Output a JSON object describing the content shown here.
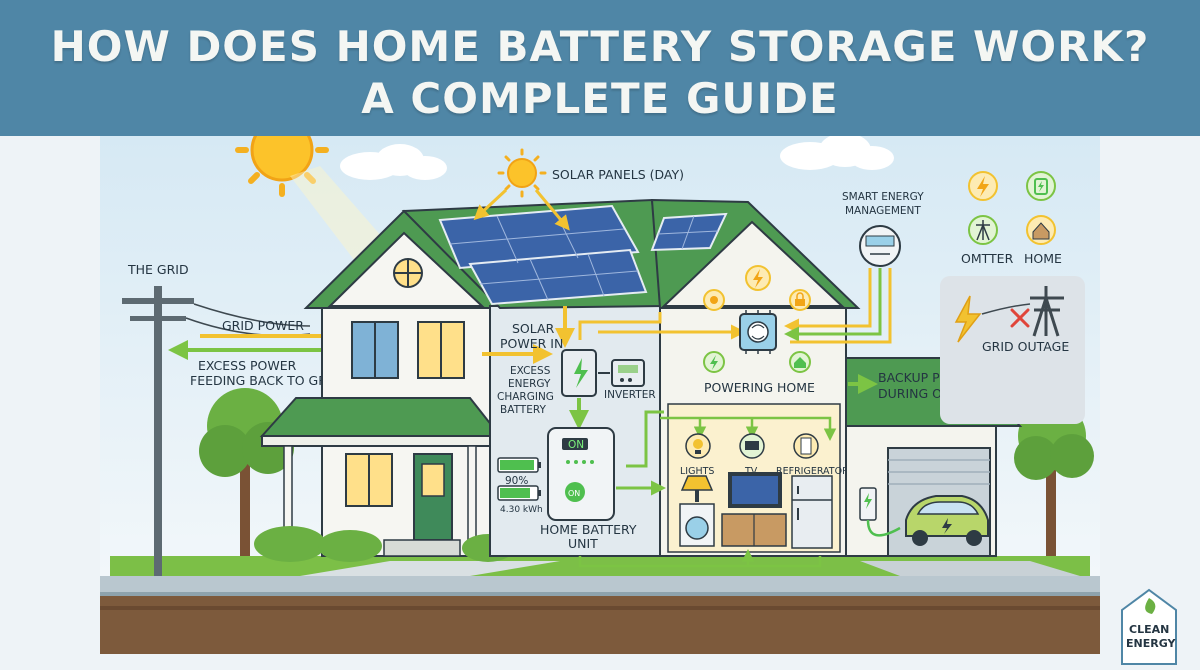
{
  "header": {
    "title_line1": "HOW DOES HOME BATTERY STORAGE WORK?",
    "title_line2": "A COMPLETE GUIDE"
  },
  "labels": {
    "solar_panels": "SOLAR PANELS (DAY)",
    "smart_mgmt_line1": "SMART ENERGY",
    "smart_mgmt_line2": "MANAGEMENT",
    "the_grid": "THE GRID",
    "grid_power": "GRID POWER",
    "excess_line1": "EXCESS POWER",
    "excess_line2": "FEEDING BACK TO GRID",
    "solar_in_line1": "SOLAR",
    "solar_in_line2": "POWER IN",
    "charging_line1": "EXCESS",
    "charging_line2": "ENERGY",
    "charging_line3": "CHARGING",
    "charging_line4": "BATTERY",
    "inverter": "INVERTER",
    "powering_home": "POWERING HOME",
    "backup_line1": "BACKUP POWER",
    "backup_line2": "DURING OUTAGE",
    "grid_outage": "GRID OUTAGE",
    "legend_omtter": "OMTTER",
    "legend_home": "HOME",
    "lights": "LIGHTS",
    "tv": "TV",
    "refrigerator": "REFRIGERATOR",
    "battery_percent": "90%",
    "battery_kwh": "4.30 kWh",
    "battery_on_top": "ON",
    "battery_on_bottom": "ON",
    "battery_unit_line1": "HOME BATTERY",
    "battery_unit_line2": "UNIT",
    "logo_line1": "CLEAN",
    "logo_line2": "ENERGY"
  },
  "colors": {
    "banner": "#4f86a6",
    "roof_green": "#4e9a52",
    "flow_yellow": "#f2c230",
    "flow_green": "#7cc444",
    "battery_indicator": "#4fbf4f"
  },
  "icons": [
    "sun-icon",
    "lightning-icon",
    "battery-icon",
    "pylon-icon",
    "home-icon",
    "brain-chip-icon",
    "lock-icon",
    "lightbulb-icon",
    "tv-icon",
    "fridge-icon",
    "car-icon",
    "charger-icon",
    "meter-icon",
    "cross-icon",
    "leaf-icon"
  ]
}
